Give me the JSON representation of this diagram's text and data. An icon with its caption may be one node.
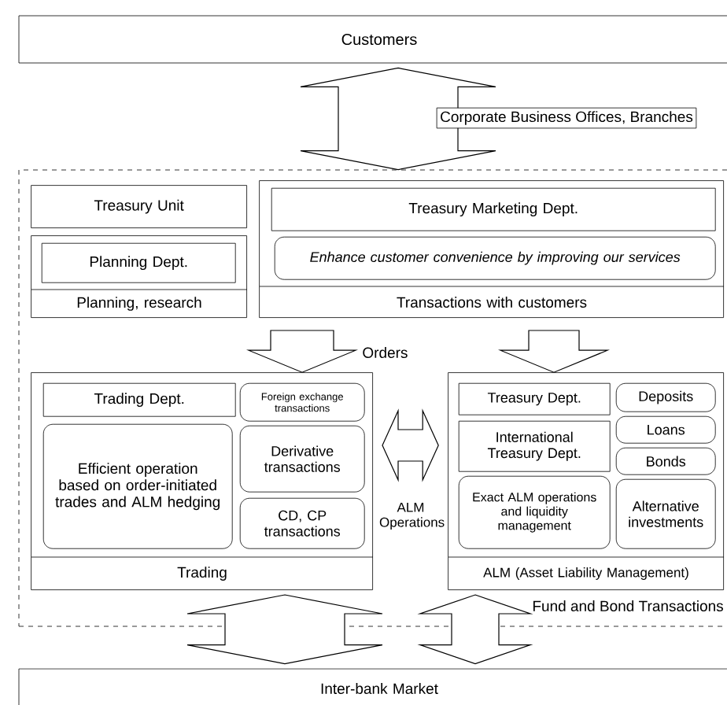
{
  "diagram": {
    "nodes": [
      {
        "text": [
          "Customers"
        ]
      },
      {
        "text": [],
        "shape": "box"
      },
      {
        "text": [
          "Treasury Unit"
        ],
        "in": 1
      },
      {
        "text": [
          "Planning, research"
        ],
        "in": 1
      },
      {
        "text": [
          "Planning Dept."
        ],
        "in": 3
      },
      {
        "text": [
          "Transactions with customers"
        ],
        "in": 1
      },
      {
        "text": [
          "Treasury Marketing Dept."
        ],
        "in": 5
      },
      {
        "text": [
          "Enhance customer convenience by improving our services"
        ],
        "in": 5
      },
      {
        "text": [
          "Trading"
        ],
        "in": 1
      },
      {
        "text": [
          "Trading Dept."
        ],
        "in": 8
      },
      {
        "text": [
          "Efficient operation based on order-initiated trades and ALM hedging"
        ],
        "in": 8
      },
      {
        "text": [
          "Foreign exchange transactions"
        ],
        "in": 8
      },
      {
        "text": [
          "Derivative transactions"
        ],
        "in": 8
      },
      {
        "text": [
          "CD, CP transactions"
        ],
        "in": 8
      },
      {
        "text": [
          "ALM (Asset Liability Management)"
        ],
        "in": 1
      },
      {
        "text": [
          "Treasury Dept."
        ],
        "in": 14
      },
      {
        "text": [
          "International Treasury Dept."
        ],
        "in": 14
      },
      {
        "text": [
          "Exact ALM operations and liquidity management"
        ],
        "in": 14
      },
      {
        "text": [
          "Deposits"
        ],
        "in": 14
      },
      {
        "text": [
          "Loans"
        ],
        "in": 14
      },
      {
        "text": [
          "Bonds"
        ],
        "in": 14
      },
      {
        "text": [
          "Alternative investments"
        ],
        "in": 14
      },
      {
        "text": [
          "Inter-bank Market"
        ]
      }
    ],
    "edges": [
      {
        "from": 0,
        "to": 1,
        "arrow": "both",
        "label": "Corporate Business Offices, Branches"
      },
      {
        "from": 5,
        "to": 8,
        "arrow": "to",
        "label": "Orders"
      },
      {
        "from": 5,
        "to": 14,
        "arrow": "to"
      },
      {
        "from": 8,
        "to": 14,
        "arrow": "both",
        "label": "ALM Operations"
      },
      {
        "from": 8,
        "to": 22,
        "arrow": "both"
      },
      {
        "from": 14,
        "to": 22,
        "arrow": "both",
        "label": "Fund and Bond Transactions"
      }
    ]
  }
}
